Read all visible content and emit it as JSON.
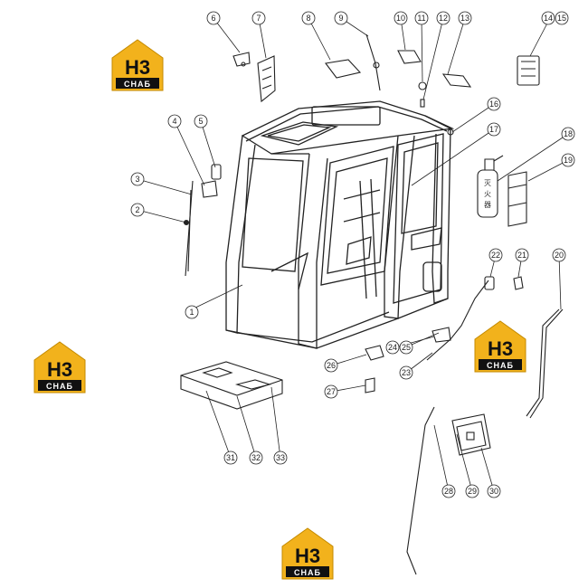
{
  "logo": {
    "mark": "H3",
    "brand": "CHAБ",
    "color_gold": "#f2b21c",
    "color_dark": "#111111"
  },
  "callouts": [
    "1",
    "2",
    "3",
    "4",
    "5",
    "6",
    "7",
    "8",
    "9",
    "10",
    "11",
    "12",
    "13",
    "14",
    "15",
    "16",
    "17",
    "18",
    "19",
    "20",
    "21",
    "22",
    "23",
    "24",
    "25",
    "26",
    "27",
    "28",
    "29",
    "30",
    "31",
    "32",
    "33"
  ],
  "extinguisher_label": [
    "灭",
    "火",
    "器"
  ]
}
